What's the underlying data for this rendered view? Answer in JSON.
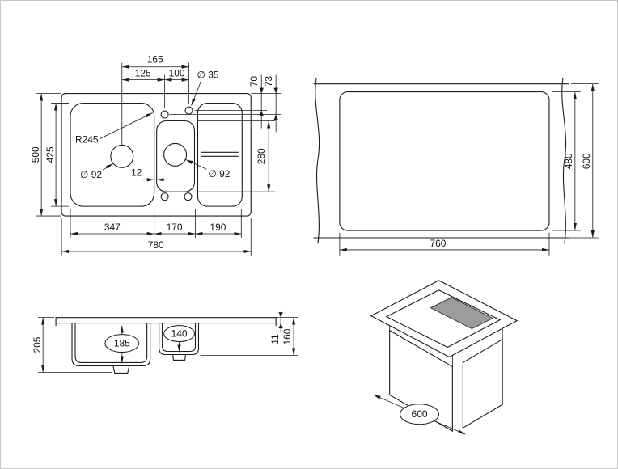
{
  "colors": {
    "line": "#1c1c1c",
    "background": "#ffffff",
    "shaded_panel": "#9c9c9c"
  },
  "top_view": {
    "dims": {
      "d165": "165",
      "d125": "125",
      "d100": "100",
      "dia35": "∅ 35",
      "d70": "70",
      "d73": "73",
      "r245": "R245",
      "d500": "500",
      "d425": "425",
      "dia92_left": "∅ 92",
      "d12": "12",
      "dia92_right": "∅ 92",
      "d280": "280",
      "d347": "347",
      "d170": "170",
      "d190": "190",
      "d780": "780"
    }
  },
  "cutout_view": {
    "dims": {
      "d480": "480",
      "d600": "600",
      "d760": "760"
    }
  },
  "front_view": {
    "dims": {
      "d205": "205",
      "d185": "185",
      "d140": "140",
      "d11": "11",
      "d160": "160"
    }
  },
  "iso_view": {
    "dims": {
      "d600": "600"
    }
  }
}
